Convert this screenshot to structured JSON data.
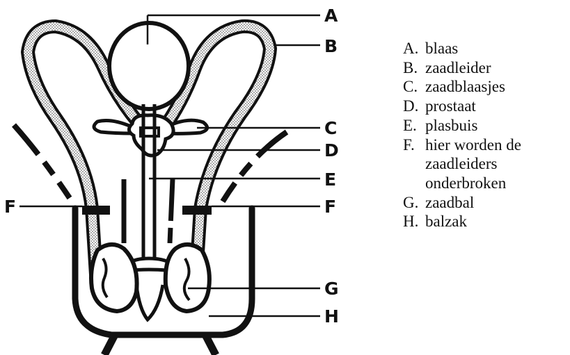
{
  "diagram": {
    "markers": {
      "A": "A",
      "B": "B",
      "C": "C",
      "D": "D",
      "E": "E",
      "F_left": "F",
      "F_right": "F",
      "G": "G",
      "H": "H"
    }
  },
  "legend": [
    {
      "key": "A.",
      "text": "blaas"
    },
    {
      "key": "B.",
      "text": "zaadleider"
    },
    {
      "key": "C.",
      "text": "zaadblaasjes"
    },
    {
      "key": "D.",
      "text": "prostaat"
    },
    {
      "key": "E.",
      "text": "plasbuis"
    },
    {
      "key": "F.",
      "text": "hier worden de\nzaadleiders\nonderbroken"
    },
    {
      "key": "G.",
      "text": "zaadbal"
    },
    {
      "key": "H.",
      "text": "balzak"
    }
  ]
}
